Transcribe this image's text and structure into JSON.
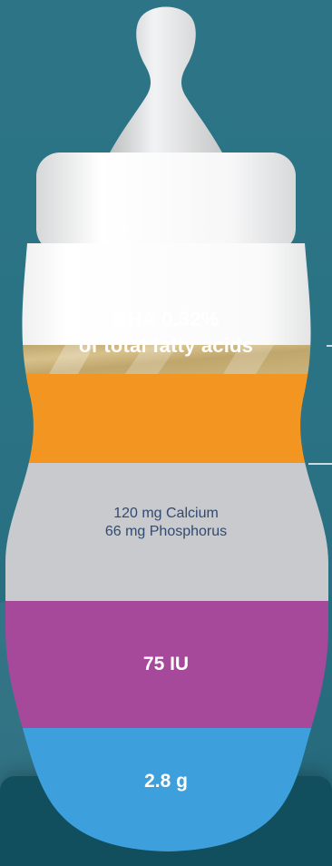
{
  "segments": {
    "dha": {
      "line1": "DHA 0.32%",
      "line2": "of total fatty acids"
    },
    "minerals": {
      "line1": "120 mg Calcium",
      "line2": "66 mg Phosphorus"
    },
    "vitamin": {
      "value": "75 IU"
    },
    "base": {
      "value": "2.8 g"
    }
  },
  "colors": {
    "background": "#2b7486",
    "cap": "#f1f2f3",
    "nipple": "#dbdcdd",
    "fat": "#c8b17b",
    "dha": "#f39621",
    "minerals": "#c9cacd",
    "vitamin": "#a7499a",
    "base": "#3d9fdc"
  },
  "icons": {
    "bottle": "baby-bottle-icon"
  }
}
